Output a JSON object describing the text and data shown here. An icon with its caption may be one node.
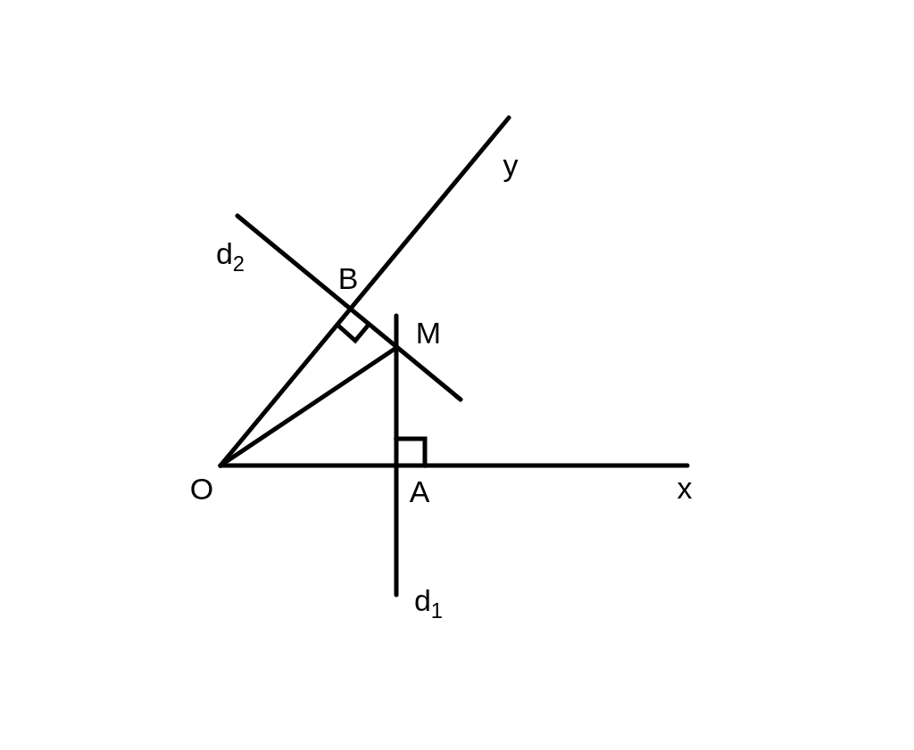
{
  "diagram": {
    "labels": [
      "y",
      "d$_{2}$",
      "B",
      "M",
      "O",
      "A",
      "x",
      "d$_{1}$"
    ]
  }
}
